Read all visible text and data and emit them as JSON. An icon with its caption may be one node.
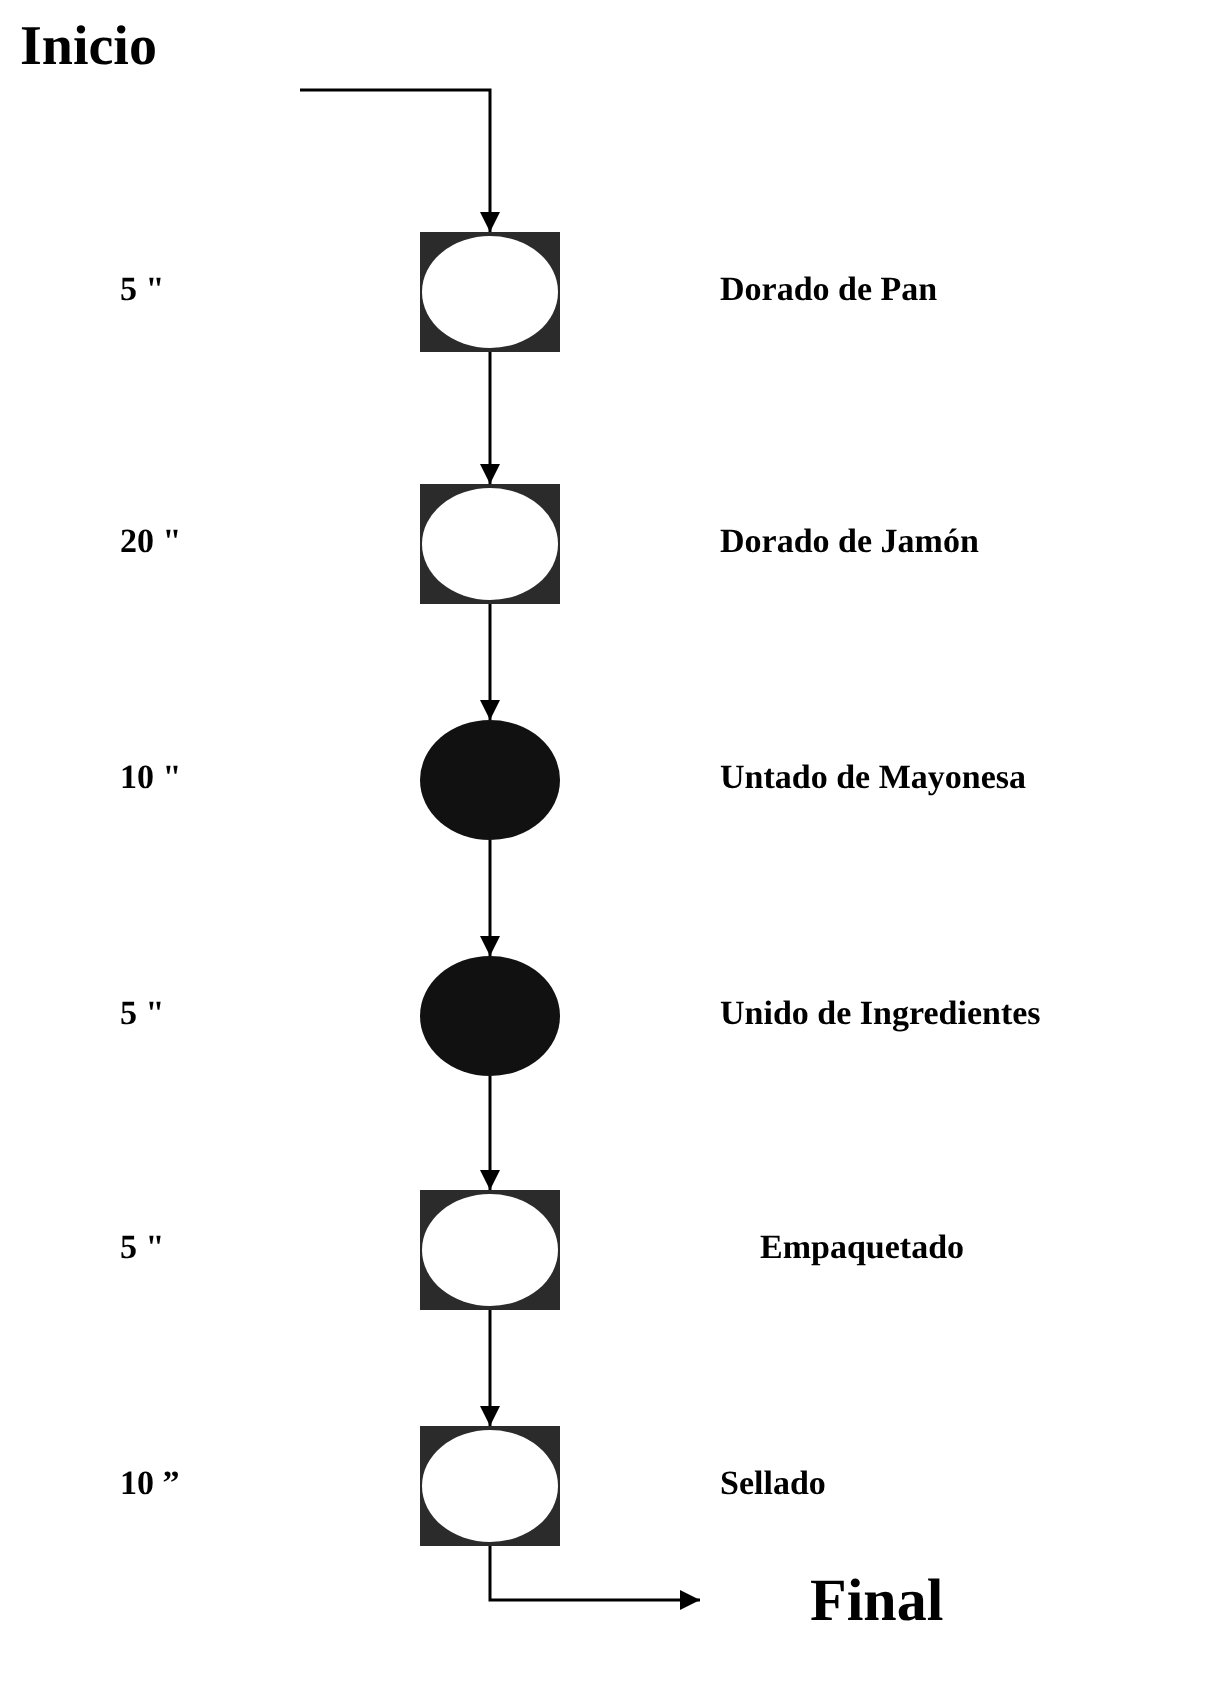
{
  "diagram": {
    "nodes": [
      {
        "text": [],
        "shape": "box"
      },
      {
        "text": [],
        "shape": "box"
      },
      {
        "text": [],
        "shape": "circle"
      },
      {
        "text": [],
        "shape": "circle"
      },
      {
        "text": [],
        "shape": "box"
      },
      {
        "text": [],
        "shape": "box"
      }
    ],
    "edges": [
      {
        "from": null,
        "to": 0,
        "arrow": "to"
      },
      {
        "from": 0,
        "to": 1,
        "arrow": "to"
      },
      {
        "from": 1,
        "to": 2,
        "arrow": "to"
      },
      {
        "from": 2,
        "to": 3,
        "arrow": "to"
      },
      {
        "from": 3,
        "to": 4,
        "arrow": "to"
      },
      {
        "from": 4,
        "to": 5,
        "arrow": "to"
      },
      {
        "from": 5,
        "to": null,
        "arrow": "to"
      }
    ],
    "labels": [
      "Inicio",
      "5 \"",
      "Dorado de Pan",
      "20 \"",
      "Dorado de Jamón",
      "10 \"",
      "Untado de Mayonesa",
      "5 \"",
      "Unido de Ingredientes",
      "5 \"",
      "Empaquetado",
      "10 ”",
      "Sellado",
      "Final"
    ]
  }
}
